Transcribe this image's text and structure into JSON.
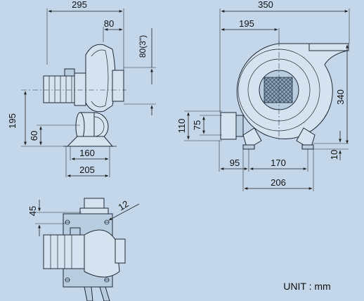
{
  "dimensions": {
    "side_view": {
      "overall_width": "295",
      "outlet_offset": "80",
      "outlet_size": "80(3\")",
      "center_height": "195",
      "base_height": "60",
      "foot_inner": "160",
      "foot_outer": "205"
    },
    "front_view": {
      "overall_width": "350",
      "center_offset": "195",
      "overall_height": "340",
      "flange_outer": "110",
      "flange_inner": "75",
      "foot_offset": "95",
      "foot_spacing": "170",
      "base_length": "206",
      "foot_height": "10"
    },
    "top_view": {
      "flange_height": "45",
      "hole_diameter": "12"
    }
  },
  "unit_label": "UNIT : mm"
}
